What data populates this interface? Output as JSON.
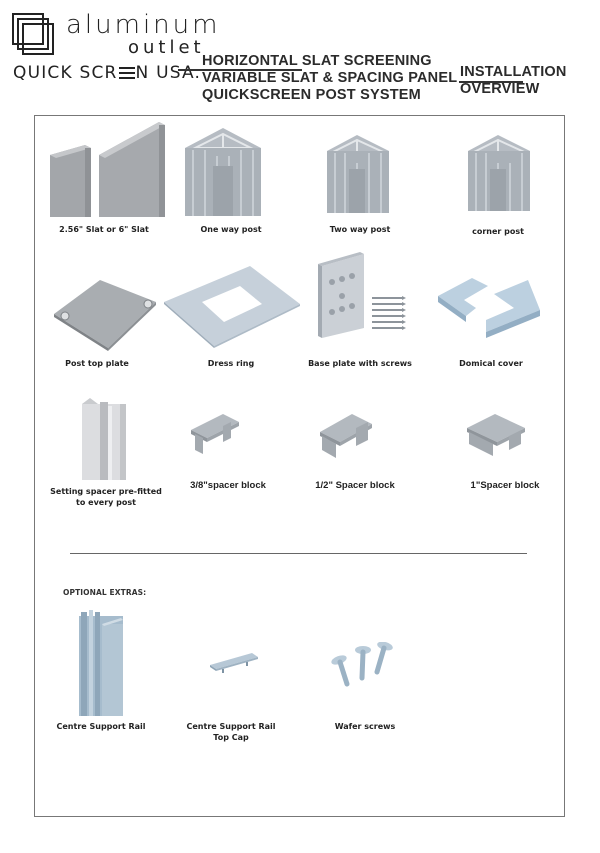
{
  "header": {
    "logo": {
      "icon": "stacked-squares-icon",
      "word1": "aluminum",
      "word2": "outlet"
    },
    "brand_line": {
      "part1": "QUICK SCR",
      "part2": "N USA."
    },
    "title_lines": [
      "HORIZONTAL SLAT SCREENING",
      "VARIABLE SLAT & SPACING PANEL",
      "QUICKSCREEN POST SYSTEM"
    ],
    "install_lines": [
      "INSTALLATION",
      "OVERVIEW"
    ]
  },
  "components": {
    "row1": [
      {
        "label": "2.56\" Slat or 6\" Slat",
        "icon": "slat-icon"
      },
      {
        "label": "One way post",
        "icon": "one-way-post-icon"
      },
      {
        "label": "Two way post",
        "icon": "two-way-post-icon"
      },
      {
        "label": "corner post",
        "icon": "corner-post-icon"
      }
    ],
    "row2": [
      {
        "label": "Post top plate",
        "icon": "post-top-plate-icon"
      },
      {
        "label": "Dress ring",
        "icon": "dress-ring-icon"
      },
      {
        "label": "Base plate with screws",
        "icon": "base-plate-icon"
      },
      {
        "label": "Domical cover",
        "icon": "domical-cover-icon"
      }
    ],
    "row3": [
      {
        "label_line1": "Setting spacer pre-fitted",
        "label_line2": "to every post",
        "icon": "setting-spacer-icon"
      },
      {
        "label": "3/8\"spacer block",
        "icon": "spacer-block-icon"
      },
      {
        "label": "1/2\" Spacer block",
        "icon": "spacer-block-icon"
      },
      {
        "label": "1\"Spacer block",
        "icon": "spacer-block-icon"
      }
    ]
  },
  "optional": {
    "heading": "OPTIONAL EXTRAS:",
    "items": [
      {
        "label": "Centre Support Rail",
        "icon": "centre-support-rail-icon"
      },
      {
        "label_line1": "Centre Support Rail",
        "label_line2": "Top Cap",
        "icon": "rail-top-cap-icon"
      },
      {
        "label": "Wafer screws",
        "icon": "wafer-screws-icon"
      }
    ]
  },
  "colors": {
    "metal_light": "#c9ccd0",
    "metal_mid": "#a9adb2",
    "metal_dark": "#8e9297",
    "blue_light": "#c8d6e2",
    "blue_mid": "#a8bccb",
    "frame": "#777777",
    "text": "#222222"
  }
}
